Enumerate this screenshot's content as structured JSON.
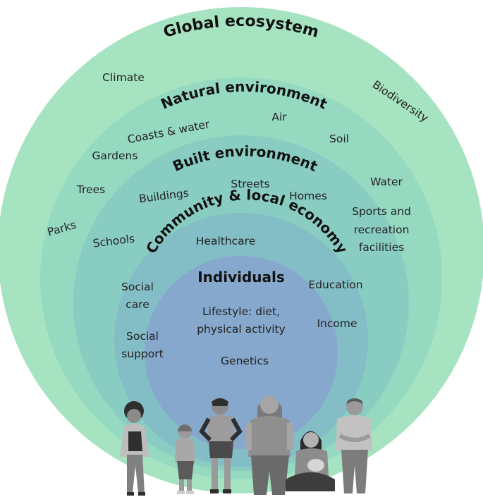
{
  "rings": {
    "global": {
      "title": "Global ecosystem",
      "color": "#a6e3c0"
    },
    "natural": {
      "title": "Natural environment",
      "color": "#95d9c0"
    },
    "built": {
      "title": "Built environment",
      "color": "#89ccc2"
    },
    "community": {
      "title": "Community & local economy",
      "color": "#83bdc6"
    },
    "individuals": {
      "title": "Individuals",
      "color": "#86a8cc"
    }
  },
  "labels": {
    "climate": "Climate",
    "biodiversity": "Biodiversity",
    "coasts_water": "Coasts & water",
    "air": "Air",
    "soil": "Soil",
    "gardens": "Gardens",
    "trees": "Trees",
    "buildings": "Buildings",
    "streets": "Streets",
    "homes": "Homes",
    "water": "Water",
    "sports_line1": "Sports and",
    "sports_line2": "recreation",
    "sports_line3": "facilities",
    "parks": "Parks",
    "schools": "Schools",
    "healthcare": "Healthcare",
    "education": "Education",
    "social_care_line1": "Social",
    "social_care_line2": "care",
    "income": "Income",
    "lifestyle_line1": "Lifestyle: diet,",
    "lifestyle_line2": "physical activity",
    "social_support_line1": "Social",
    "social_support_line2": "support",
    "genetics": "Genetics"
  },
  "people_colors": {
    "dark": "#3a3a3a",
    "mid": "#7a7a7a",
    "light": "#b5b5b5"
  }
}
